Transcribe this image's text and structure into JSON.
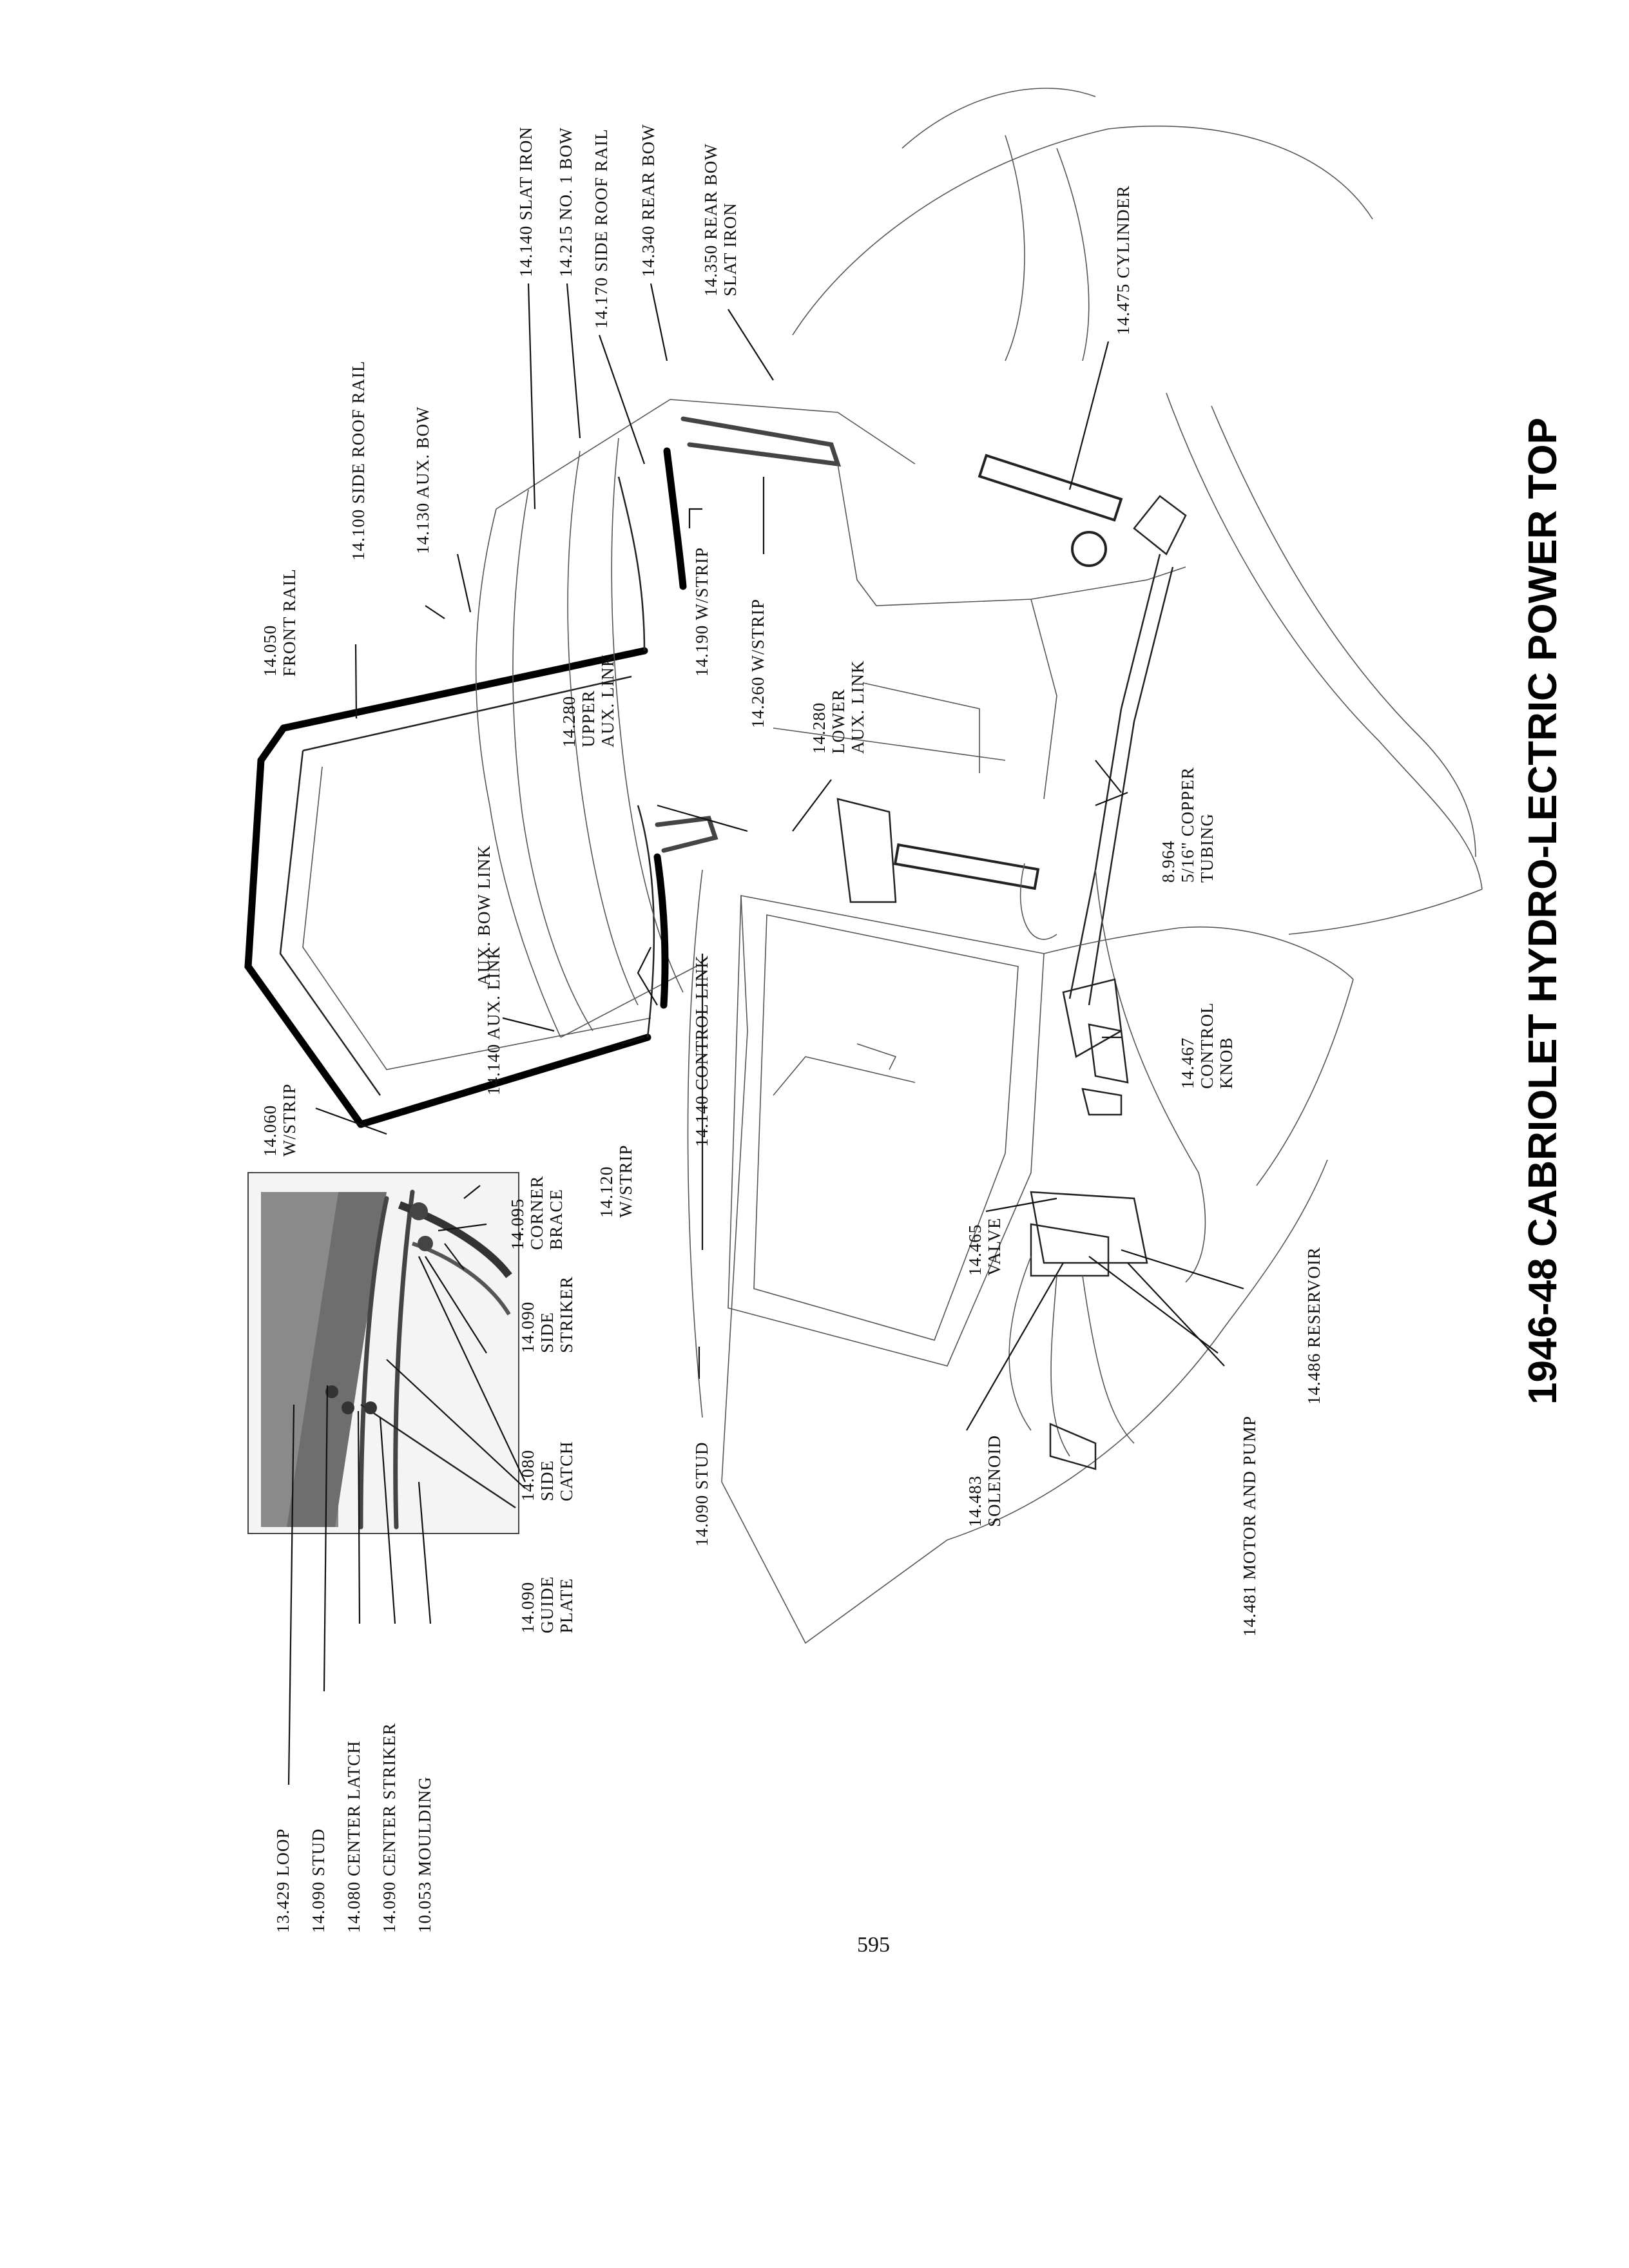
{
  "title": "1946-48 CABRIOLET HYDRO-LECTRIC POWER TOP",
  "page_number": "595",
  "labels": {
    "front_rail": [
      "14.050",
      "FRONT RAIL"
    ],
    "side_roof_rail_front": "14.100 SIDE ROOF RAIL",
    "aux_bow": "14.130 AUX. BOW",
    "slat_iron": "14.140 SLAT IRON",
    "no1_bow": "14.215 NO. 1 BOW",
    "side_roof_rail_rear": "14.170 SIDE ROOF RAIL",
    "rear_bow": "14.340 REAR BOW",
    "rear_bow_slat_iron": [
      "14.350 REAR BOW",
      "SLAT IRON"
    ],
    "cylinder": "14.475 CYLINDER",
    "w_strip_190": "14.190 W/STRIP",
    "w_strip_260": "14.260 W/STRIP",
    "upper_aux_link": [
      "14.280",
      "UPPER",
      "AUX. LINK"
    ],
    "lower_aux_link": [
      "14.280",
      "LOWER",
      "AUX. LINK"
    ],
    "copper_tubing": [
      "8.964",
      "5/16\" COPPER",
      "TUBING"
    ],
    "aux_bow_link": "AUX. BOW LINK",
    "aux_link_140": "14.140 AUX. LINK",
    "w_strip_060": [
      "14.060",
      "W/STRIP"
    ],
    "control_link": "14.140 CONTROL LINK",
    "w_strip_120": [
      "14.120",
      "W/STRIP"
    ],
    "control_knob": [
      "14.467",
      "CONTROL",
      "KNOB"
    ],
    "corner_brace": [
      "14.095",
      "CORNER",
      "BRACE"
    ],
    "side_striker": [
      "14.090",
      "SIDE",
      "STRIKER"
    ],
    "side_catch": [
      "14.080",
      "SIDE",
      "CATCH"
    ],
    "guide_plate": [
      "14.090",
      "GUIDE",
      "PLATE"
    ],
    "valve": [
      "14.465",
      "VALVE"
    ],
    "reservoir": "14.486 RESERVOIR",
    "stud_main": "14.090 STUD",
    "solenoid": [
      "14.483",
      "SOLENOID"
    ],
    "motor_pump": "14.481 MOTOR AND PUMP",
    "inset_list": [
      "13.429 LOOP",
      "14.090 STUD",
      "14.080 CENTER LATCH",
      "14.090 CENTER STRIKER",
      "10.053 MOULDING"
    ]
  }
}
